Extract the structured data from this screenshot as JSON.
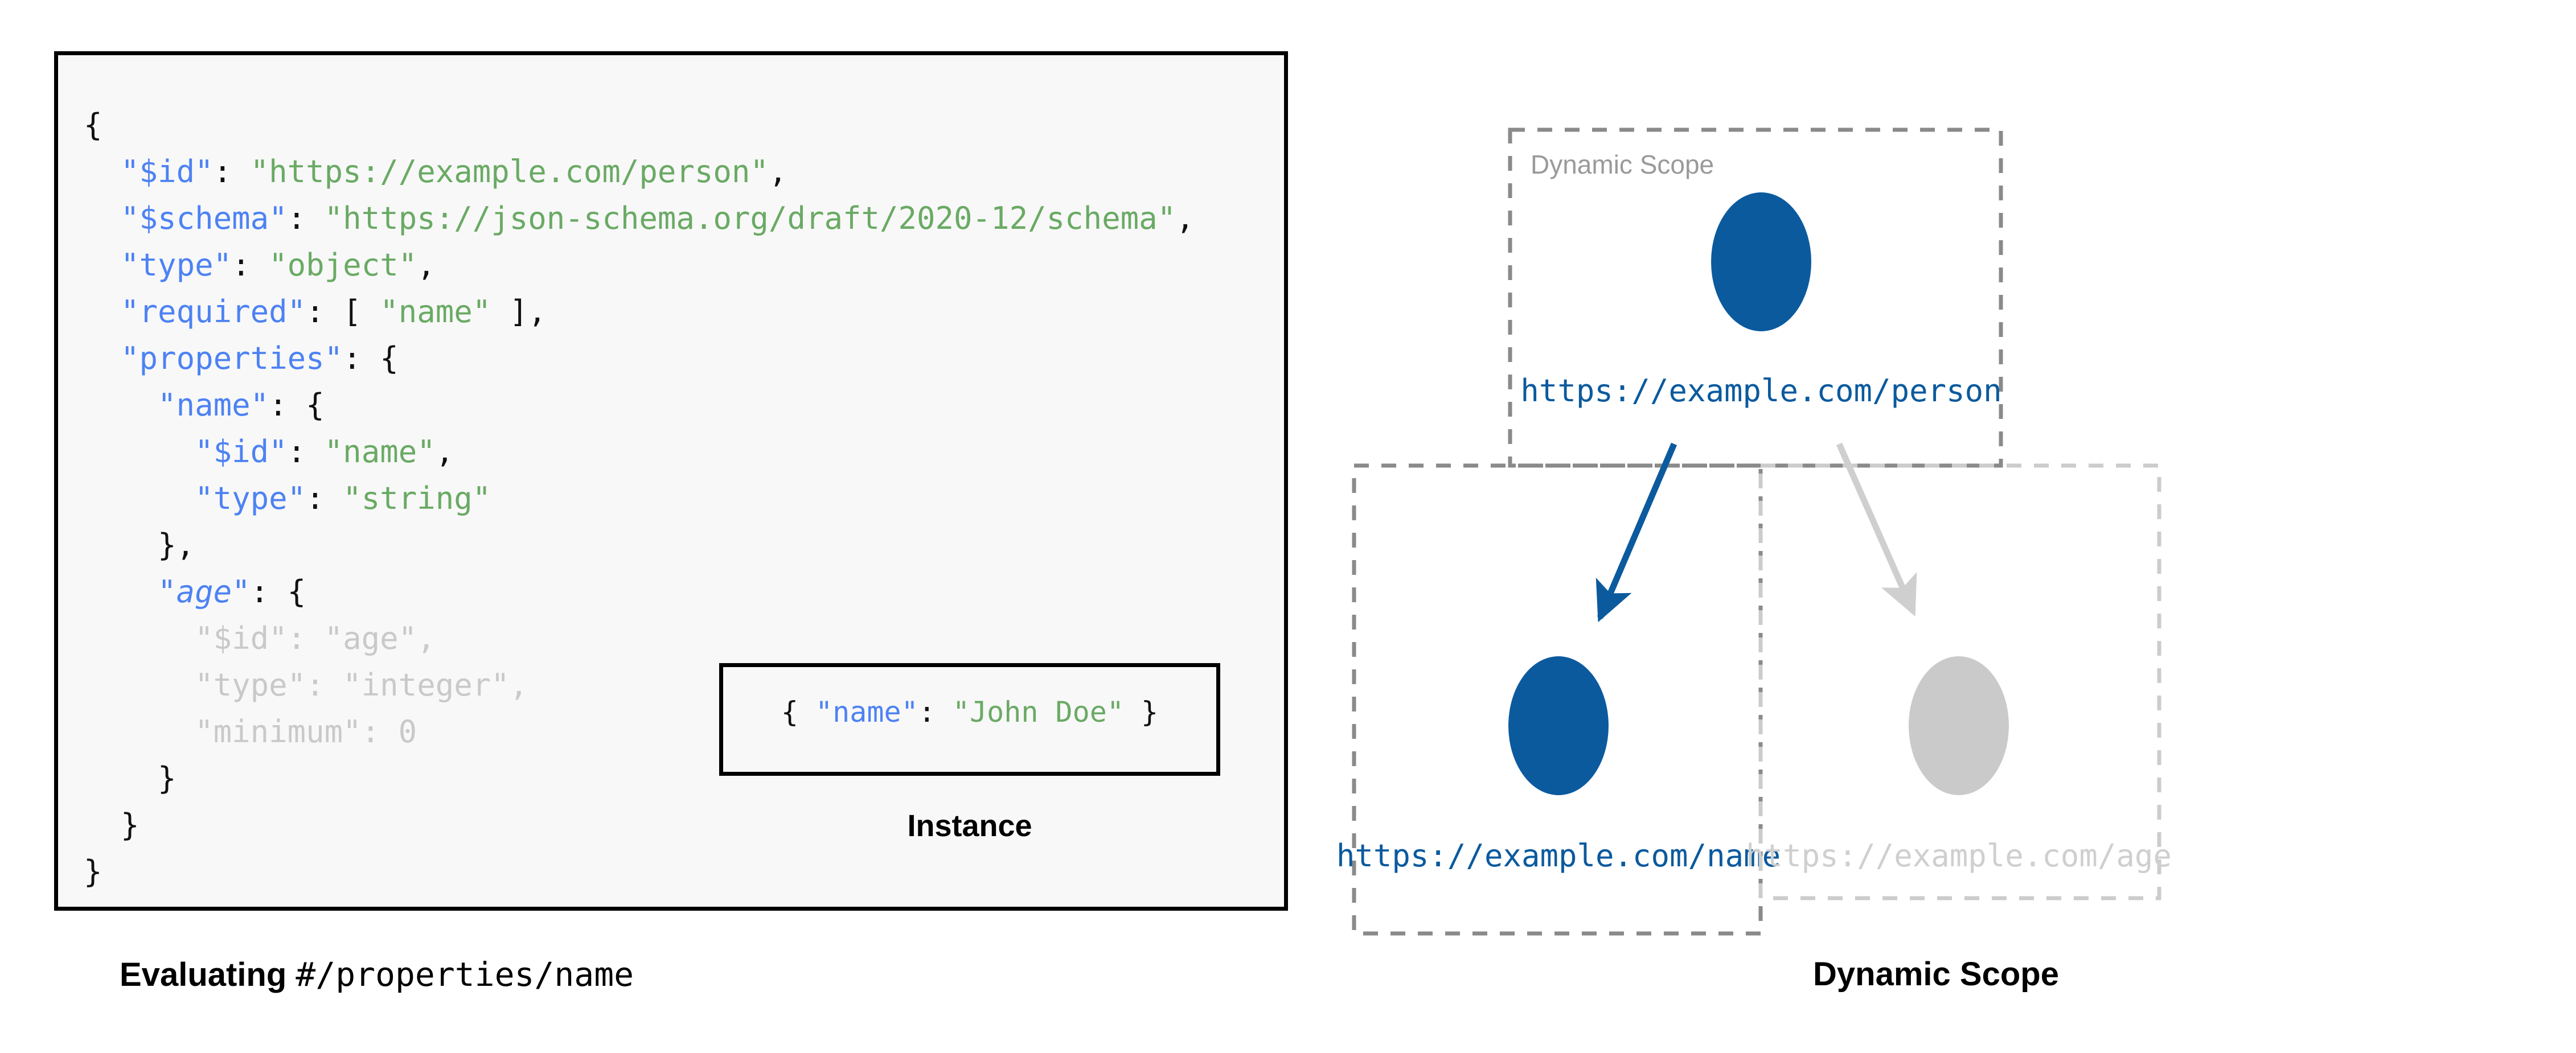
{
  "left": {
    "code_lines": [
      [
        {
          "t": "{",
          "c": "p"
        }
      ],
      [
        {
          "t": "  ",
          "c": "p"
        },
        {
          "t": "\"$id\"",
          "c": "k"
        },
        {
          "t": ": ",
          "c": "p"
        },
        {
          "t": "\"https://example.com/person\"",
          "c": "s"
        },
        {
          "t": ",",
          "c": "p"
        }
      ],
      [
        {
          "t": "  ",
          "c": "p"
        },
        {
          "t": "\"$schema\"",
          "c": "k"
        },
        {
          "t": ": ",
          "c": "p"
        },
        {
          "t": "\"https://json-schema.org/draft/2020-12/schema\"",
          "c": "s"
        },
        {
          "t": ",",
          "c": "p"
        }
      ],
      [
        {
          "t": "  ",
          "c": "p"
        },
        {
          "t": "\"type\"",
          "c": "k"
        },
        {
          "t": ": ",
          "c": "p"
        },
        {
          "t": "\"object\"",
          "c": "s"
        },
        {
          "t": ",",
          "c": "p"
        }
      ],
      [
        {
          "t": "  ",
          "c": "p"
        },
        {
          "t": "\"required\"",
          "c": "k"
        },
        {
          "t": ": [ ",
          "c": "p"
        },
        {
          "t": "\"name\"",
          "c": "s"
        },
        {
          "t": " ],",
          "c": "p"
        }
      ],
      [
        {
          "t": "  ",
          "c": "p"
        },
        {
          "t": "\"properties\"",
          "c": "k"
        },
        {
          "t": ": {",
          "c": "p"
        }
      ],
      [
        {
          "t": "    ",
          "c": "p"
        },
        {
          "t": "\"name\"",
          "c": "k"
        },
        {
          "t": ": {",
          "c": "p"
        }
      ],
      [
        {
          "t": "      ",
          "c": "p"
        },
        {
          "t": "\"$id\"",
          "c": "k"
        },
        {
          "t": ": ",
          "c": "p"
        },
        {
          "t": "\"name\"",
          "c": "s"
        },
        {
          "t": ",",
          "c": "p"
        }
      ],
      [
        {
          "t": "      ",
          "c": "p"
        },
        {
          "t": "\"type\"",
          "c": "k"
        },
        {
          "t": ": ",
          "c": "p"
        },
        {
          "t": "\"string\"",
          "c": "s"
        }
      ],
      [
        {
          "t": "    },",
          "c": "p"
        }
      ],
      [
        {
          "t": "    ",
          "c": "p"
        },
        {
          "t": "\"age\"",
          "c": "ki"
        },
        {
          "t": ": {",
          "c": "p"
        }
      ],
      [
        {
          "t": "      \"$id\": \"age\",",
          "c": "dim"
        }
      ],
      [
        {
          "t": "      \"type\": \"integer\",",
          "c": "dim"
        }
      ],
      [
        {
          "t": "      \"minimum\": 0",
          "c": "dim"
        }
      ],
      [
        {
          "t": "    }",
          "c": "p"
        }
      ],
      [
        {
          "t": "  }",
          "c": "p"
        }
      ],
      [
        {
          "t": "}",
          "c": "p"
        }
      ]
    ],
    "instance": {
      "code_parts": [
        {
          "t": "{ ",
          "c": "p"
        },
        {
          "t": "\"name\"",
          "c": "k"
        },
        {
          "t": ": ",
          "c": "p"
        },
        {
          "t": "\"John Doe\"",
          "c": "s"
        },
        {
          "t": " }",
          "c": "p"
        }
      ],
      "caption": "Instance"
    },
    "caption_bold": "Evaluating ",
    "caption_mono": "#/properties/name"
  },
  "right": {
    "caption": "Dynamic Scope",
    "scope_label": "Dynamic Scope",
    "nodes": [
      {
        "id": "person",
        "label": "https://example.com/person",
        "state": "active"
      },
      {
        "id": "name",
        "label": "https://example.com/name",
        "state": "active"
      },
      {
        "id": "age",
        "label": "https://example.com/age",
        "state": "inactive"
      }
    ]
  },
  "colors": {
    "accent_blue": "#0b5a9e",
    "key_blue": "#4d82f3",
    "string_green": "#6aaa64",
    "muted_grey": "#c9c9c9",
    "dash_grey": "#8a8a8a",
    "panel_bg": "#f8f8f8"
  }
}
